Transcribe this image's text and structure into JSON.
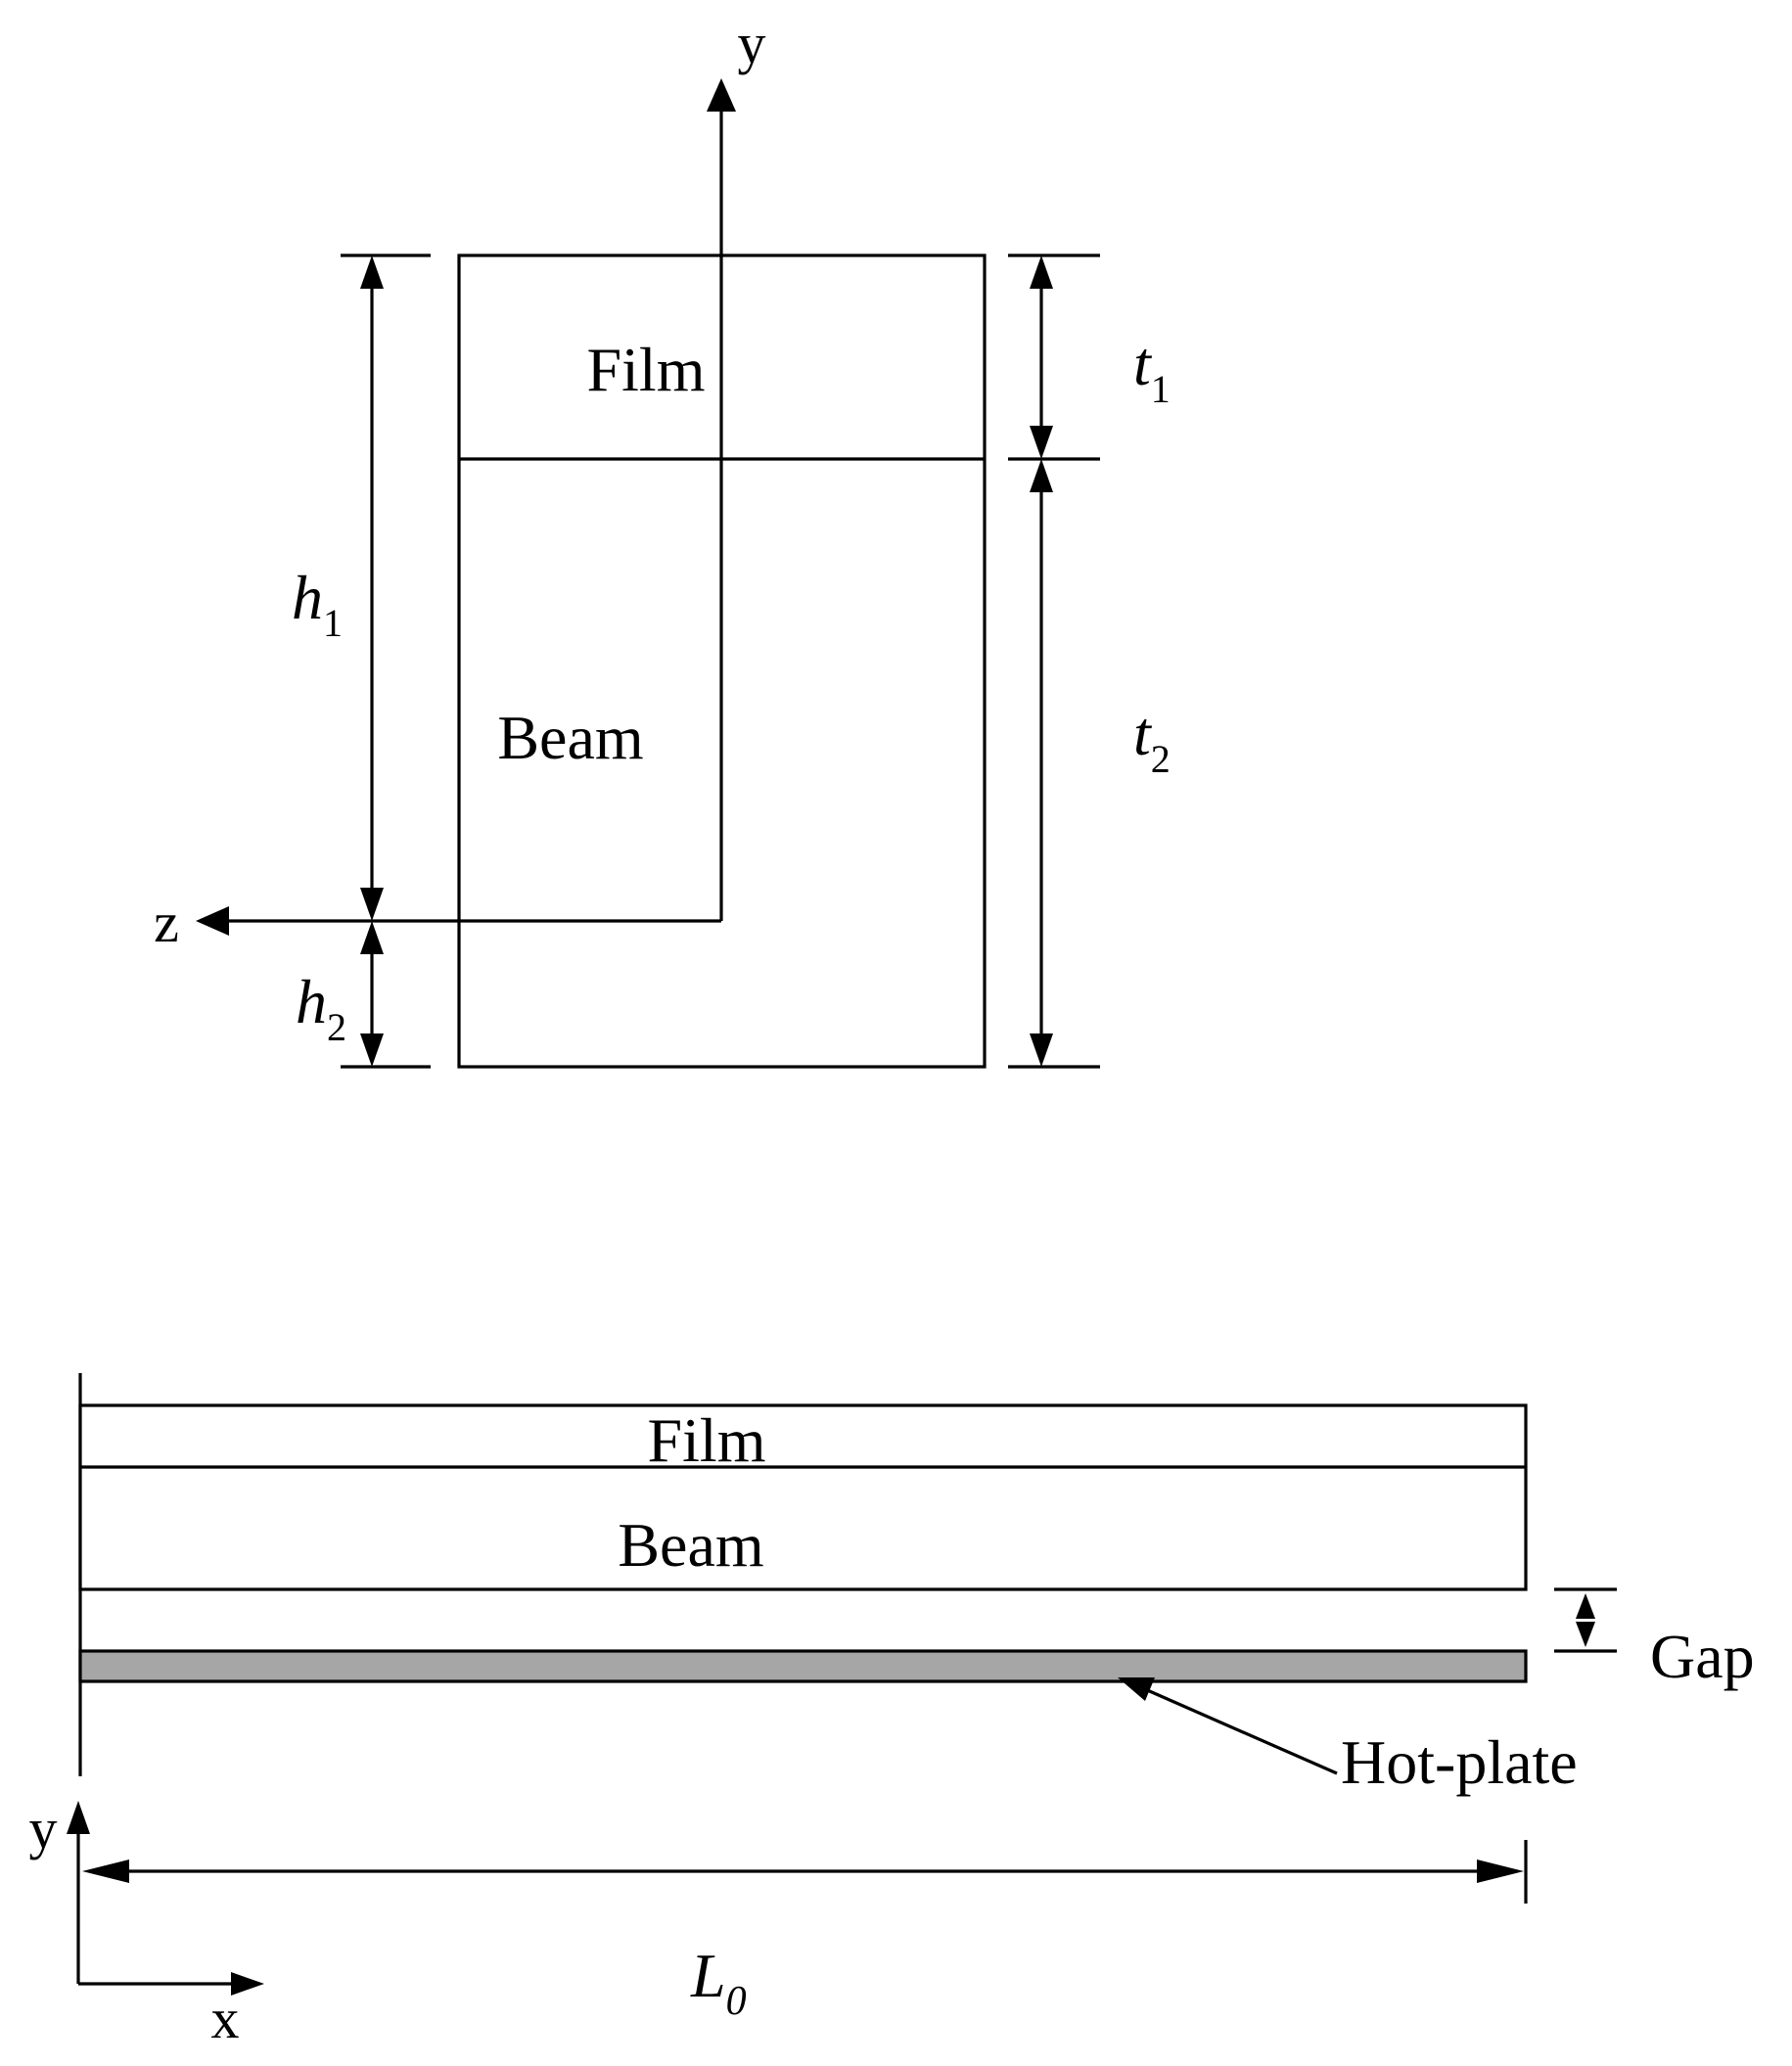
{
  "cross_section": {
    "axis_y": "y",
    "axis_z": "z",
    "film_label": "Film",
    "beam_label": "Beam",
    "h1": {
      "sym": "h",
      "sub": "1"
    },
    "h2": {
      "sym": "h",
      "sub": "2"
    },
    "t1": {
      "sym": "t",
      "sub": "1"
    },
    "t2": {
      "sym": "t",
      "sub": "2"
    }
  },
  "side_view": {
    "film_label": "Film",
    "beam_label": "Beam",
    "gap_label": "Gap",
    "hotplate_label": "Hot-plate",
    "length": {
      "sym": "L",
      "sub": "0"
    },
    "axis_x": "x",
    "axis_y": "y"
  },
  "colors": {
    "line": "#000000",
    "hot_plate_fill": "#a6a6a6",
    "background": "#ffffff"
  }
}
